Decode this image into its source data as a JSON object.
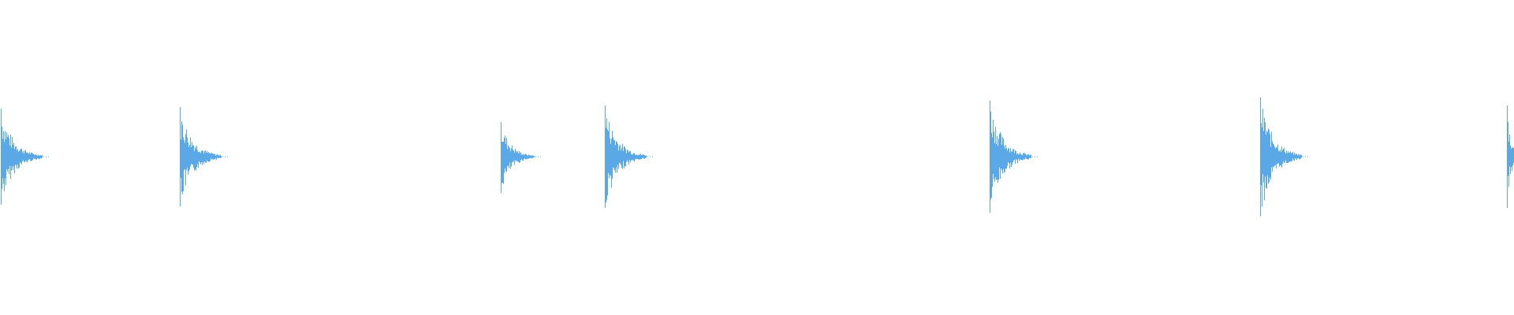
{
  "waveform": {
    "color": "#5aa9e6",
    "background": "#ffffff",
    "transients": [
      {
        "time": 0.0,
        "peak_up": 0.58,
        "peak_down": 0.58,
        "decay": 1.0
      },
      {
        "time": 0.118,
        "peak_up": 0.6,
        "peak_down": 0.6,
        "decay": 1.0
      },
      {
        "time": 0.33,
        "peak_up": 0.42,
        "peak_down": 0.44,
        "decay": 0.8
      },
      {
        "time": 0.399,
        "peak_up": 0.62,
        "peak_down": 0.62,
        "decay": 1.0
      },
      {
        "time": 0.653,
        "peak_up": 0.68,
        "peak_down": 0.68,
        "decay": 1.0
      },
      {
        "time": 0.832,
        "peak_up": 0.72,
        "peak_down": 0.72,
        "decay": 1.0
      },
      {
        "time": 0.995,
        "peak_up": 0.62,
        "peak_down": 0.62,
        "decay": 0.3
      }
    ]
  }
}
